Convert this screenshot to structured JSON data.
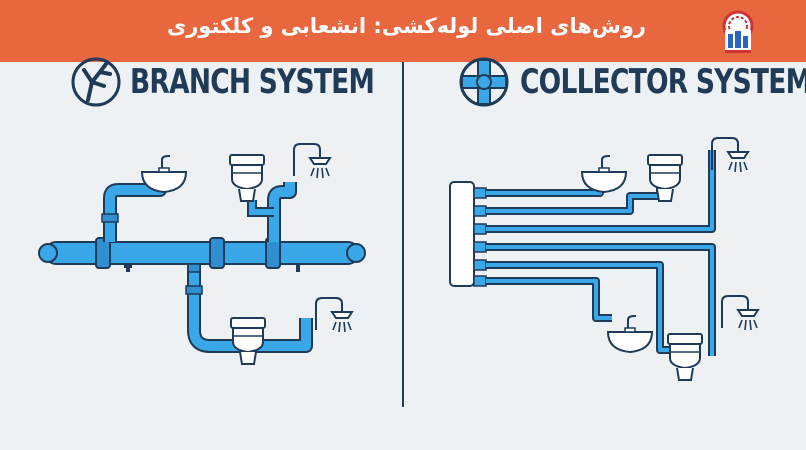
{
  "header": {
    "title": "روش‌های اصلی لوله‌کشی: انشعابی و کلکتوری"
  },
  "panels": {
    "branch": {
      "title": "BRANCH SYSTEM",
      "icon": "branch-icon"
    },
    "collector": {
      "title": "COLLECTOR SYSTEM",
      "icon": "cross-junction-icon"
    }
  },
  "colors": {
    "header": "#e9673f",
    "pipe": "#3aa7e8",
    "pipe_dark": "#2f8fd0",
    "outline": "#1f3b57",
    "background": "#eef1f4"
  }
}
